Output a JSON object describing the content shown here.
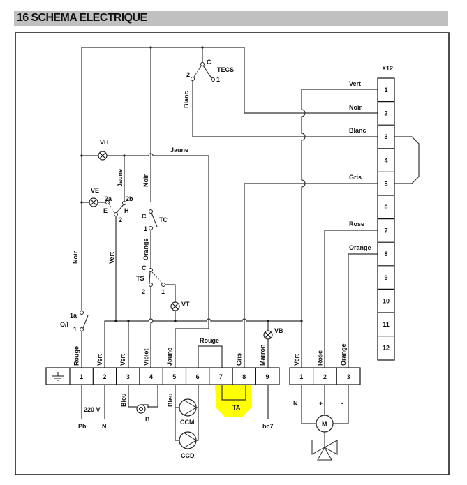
{
  "header": {
    "title": "16 SCHEMA ELECTRIQUE"
  },
  "highlight_color": "#ffff00",
  "connector_x12": {
    "label": "X12",
    "pins": [
      "1",
      "2",
      "3",
      "4",
      "5",
      "6",
      "7",
      "8",
      "9",
      "10",
      "11",
      "12"
    ],
    "wires": {
      "pin1": "Vert",
      "pin2": "Noir",
      "pin3": "Blanc",
      "pin5": "Gris",
      "pin7": "Rose",
      "pin8": "Orange"
    }
  },
  "switches": {
    "tecs": {
      "label": "TECS",
      "c": "C",
      "t1": "1",
      "t2": "2"
    },
    "tc": {
      "label": "TC",
      "c": "C",
      "t1": "1"
    },
    "ts": {
      "label": "TS",
      "c": "C",
      "t1": "1",
      "t2": "2"
    },
    "eh": {
      "t2a": "2a",
      "t2b": "2b",
      "e": "E",
      "h": "H",
      "t2": "2"
    },
    "oi": {
      "label": "O/I",
      "t1a": "1a",
      "t1": "1"
    }
  },
  "lamps": {
    "vh": "VH",
    "ve": "VE",
    "vt": "VT",
    "vb": "VB"
  },
  "wire_labels": {
    "blanc": "Blanc",
    "jaune_top": "Jaune",
    "jaune_v": "Jaune",
    "noir_v": "Noir",
    "noir_left": "Noir",
    "vert_left": "Vert",
    "orange_v": "Orange",
    "rouge_bridge": "Rouge",
    "bleu_b": "Bleu",
    "bleu_ccm": "Bleu"
  },
  "terminal_block_main": {
    "ground_label": "ground",
    "terminals": [
      "1",
      "2",
      "3",
      "4",
      "5",
      "6",
      "7",
      "8",
      "9"
    ],
    "wire_labels": [
      "Rouge",
      "Vert",
      "Vert",
      "Violet",
      "Jaune",
      "",
      "",
      "Gris",
      "Marron"
    ]
  },
  "terminal_block_valve": {
    "terminals": [
      "1",
      "2",
      "3"
    ],
    "wire_labels": [
      "Vert",
      "Rose",
      "Orange"
    ],
    "signs": [
      "N",
      "+",
      "-"
    ]
  },
  "components": {
    "supply": "220 V",
    "ph": "Ph",
    "n": "N",
    "burner": "B",
    "ccm": "CCM",
    "ccd": "CCD",
    "ta": "TA",
    "bc7": "bc7",
    "motor": "M"
  }
}
